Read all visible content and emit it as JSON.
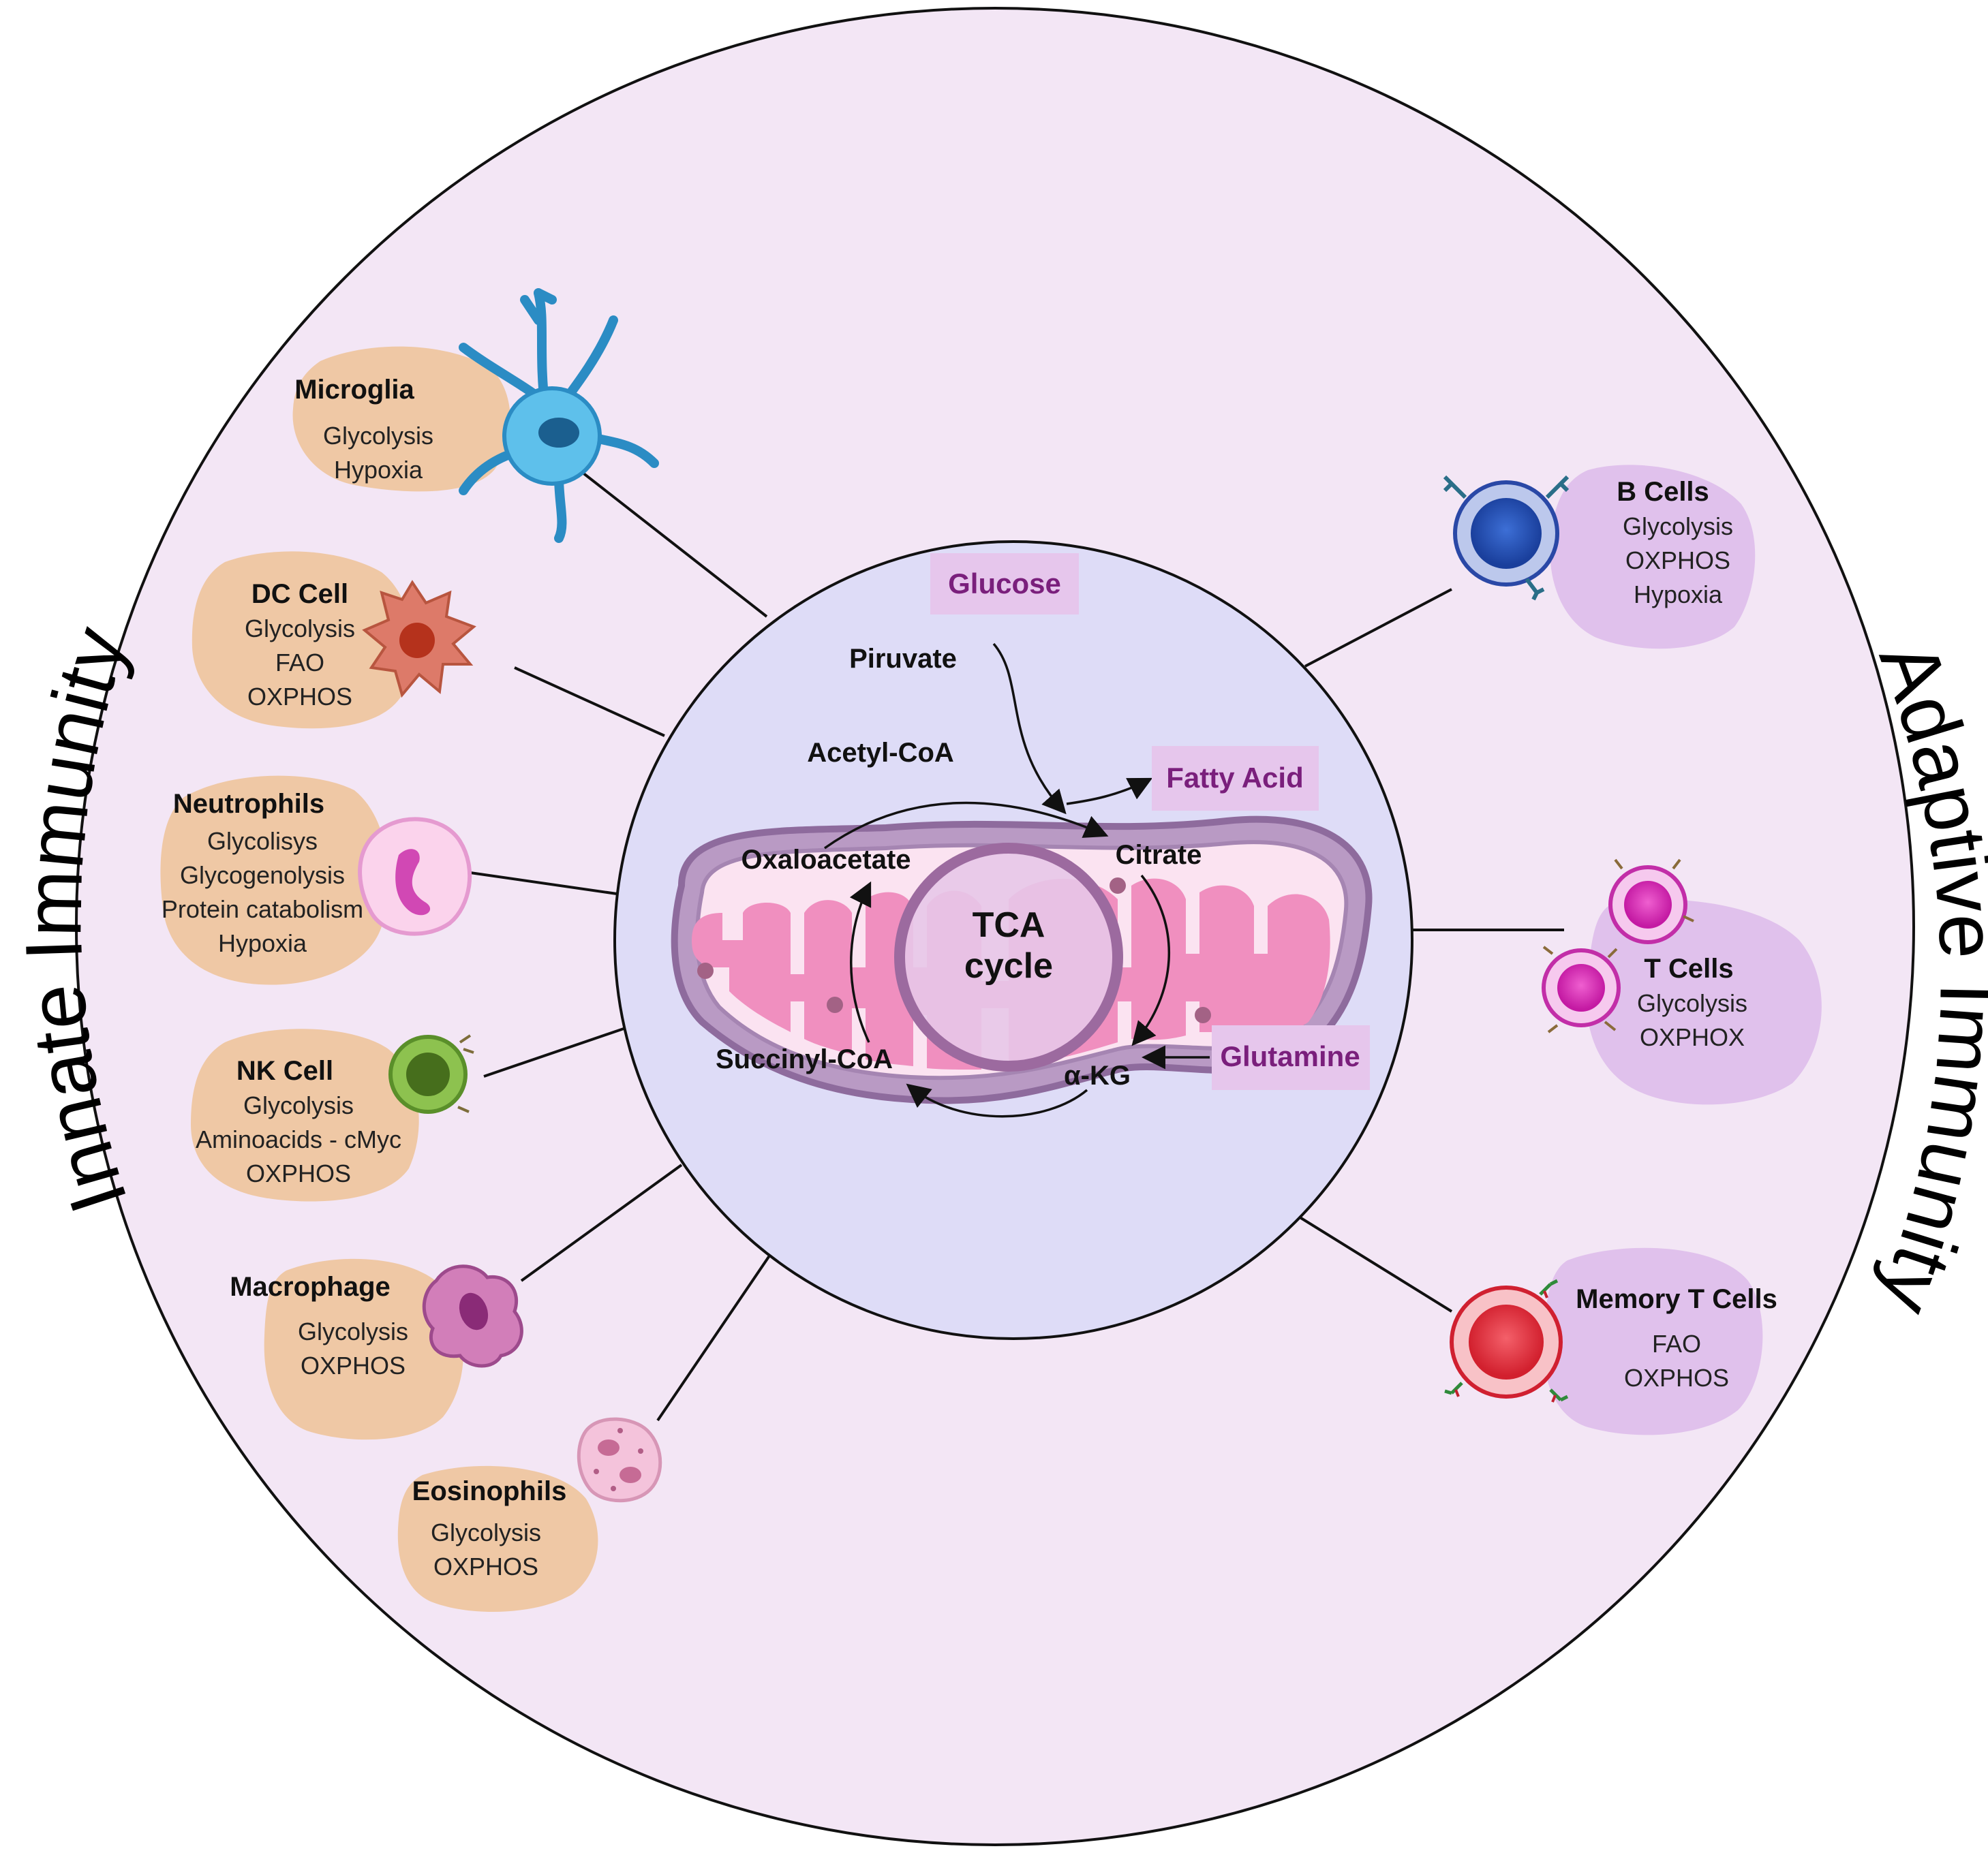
{
  "colors": {
    "outer_circle": "#f3e6f5",
    "center_circle": "#dedcf7",
    "innate_blob": "#efc8a5",
    "adaptive_blob": "#e0c1ec",
    "metabolite_box": "#e6c6ec",
    "metabolite_box_text": "#7a1f7c",
    "mito_outer": "#9b7aa6",
    "mito_inner": "#f2a7c8"
  },
  "titles": {
    "innate": "Innate Immunity",
    "adaptive": "Adaptive Immunity"
  },
  "metabolism": {
    "glucose": "Glucose",
    "piruvate": "Piruvate",
    "acetyl_coa": "Acetyl-CoA",
    "fatty_acid": "Fatty Acid",
    "oxaloacetate": "Oxaloacetate",
    "citrate": "Citrate",
    "tca_line1": "TCA",
    "tca_line2": "cycle",
    "succinyl_coa": "Succinyl-CoA",
    "alpha_kg": "α-KG",
    "glutamine": "Glutamine"
  },
  "innate_cells": [
    {
      "name": "Microglia",
      "lines": [
        "Glycolysis",
        "Hypoxia"
      ],
      "icon": "microglia-icon"
    },
    {
      "name": "DC Cell",
      "lines": [
        "Glycolysis",
        "FAO",
        "OXPHOS"
      ],
      "icon": "dendritic-cell-icon"
    },
    {
      "name": "Neutrophils",
      "lines": [
        "Glycolisys",
        "Glycogenolysis",
        "Protein catabolism",
        "Hypoxia"
      ],
      "icon": "neutrophil-icon"
    },
    {
      "name": "NK Cell",
      "lines": [
        "Glycolysis",
        "Aminoacids - cMyc",
        "OXPHOS"
      ],
      "icon": "nk-cell-icon"
    },
    {
      "name": "Macrophage",
      "lines": [
        "Glycolysis",
        "OXPHOS"
      ],
      "icon": "macrophage-icon"
    },
    {
      "name": "Eosinophils",
      "lines": [
        "Glycolysis",
        "OXPHOS"
      ],
      "icon": "eosinophil-icon"
    }
  ],
  "adaptive_cells": [
    {
      "name": "B Cells",
      "lines": [
        "Glycolysis",
        "OXPHOS",
        "Hypoxia"
      ],
      "icon": "b-cell-icon"
    },
    {
      "name": "T Cells",
      "lines": [
        "Glycolysis",
        "OXPHOX"
      ],
      "icon": "t-cell-icon"
    },
    {
      "name": "Memory T Cells",
      "lines": [
        "FAO",
        "OXPHOS"
      ],
      "icon": "memory-t-cell-icon"
    }
  ]
}
